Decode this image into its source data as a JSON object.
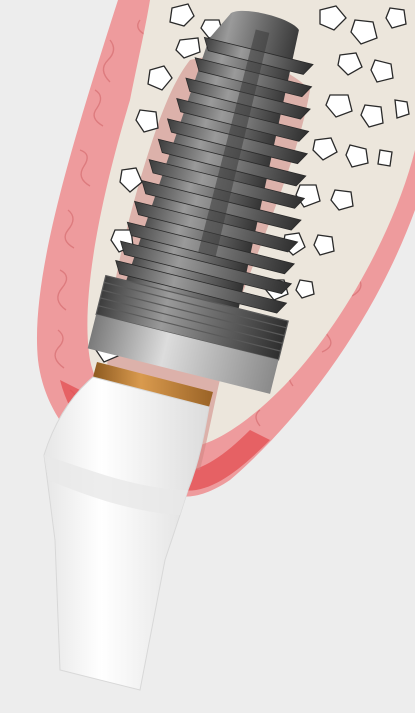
{
  "diagram": {
    "subject": "dental-implant-in-bone-cross-section",
    "colors": {
      "background": "#ededed",
      "gum_outer": "#ee9b9d",
      "gum_inner_red": "#e8383e",
      "bone_cortical": "#ece6dc",
      "bone_inner_tint": "#cf8582",
      "bone_cells_stroke": "#2a2a2a",
      "implant_dark": "#4a4a4a",
      "implant_light": "#b9b9b9",
      "gold_collar": "#c07a2e",
      "abutment_white": "#fbfbfb"
    },
    "components": [
      "gingiva",
      "alveolar-bone",
      "implant-fixture",
      "gold-collar",
      "abutment"
    ]
  }
}
